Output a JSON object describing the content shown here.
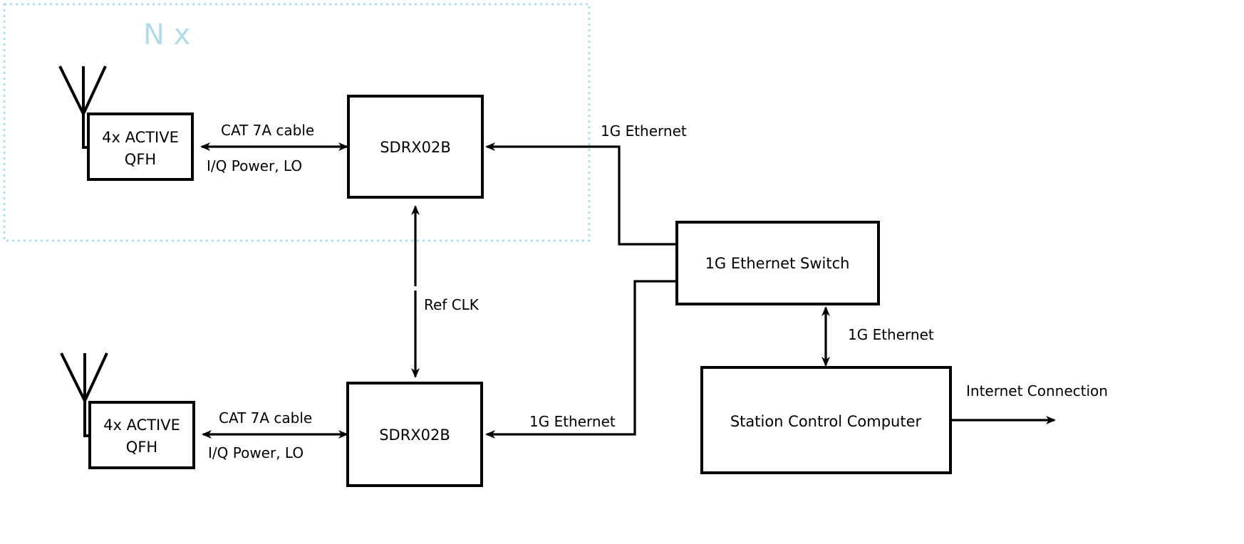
{
  "diagram": {
    "title_visible": false,
    "group_label": "N x",
    "group_label_color": "#b3dcea",
    "stroke_color": "#000000",
    "background": "#ffffff",
    "nodes": [
      {
        "id": "qfh-top",
        "label_line1": "4x ACTIVE",
        "label_line2": "QFH"
      },
      {
        "id": "sdr-top",
        "label": "SDRX02B"
      },
      {
        "id": "qfh-bottom",
        "label_line1": "4x ACTIVE",
        "label_line2": "QFH"
      },
      {
        "id": "sdr-bottom",
        "label": "SDRX02B"
      },
      {
        "id": "switch",
        "label": "1G Ethernet Switch"
      },
      {
        "id": "computer",
        "label": "Station Control Computer"
      }
    ],
    "edges": [
      {
        "id": "edge-qfh-top-cable",
        "label_above": "CAT 7A cable",
        "label_below": "I/Q Power, LO"
      },
      {
        "id": "edge-qfh-bottom-cable",
        "label_above": "CAT 7A cable",
        "label_below": "I/Q Power, LO"
      },
      {
        "id": "edge-switch-sdr-top",
        "label": "1G Ethernet"
      },
      {
        "id": "edge-switch-sdr-bottom",
        "label": "1G Ethernet"
      },
      {
        "id": "edge-switch-computer",
        "label": "1G Ethernet"
      },
      {
        "id": "edge-ref-clk",
        "label": "Ref CLK"
      },
      {
        "id": "edge-internet",
        "label": "Internet Connection"
      }
    ]
  }
}
